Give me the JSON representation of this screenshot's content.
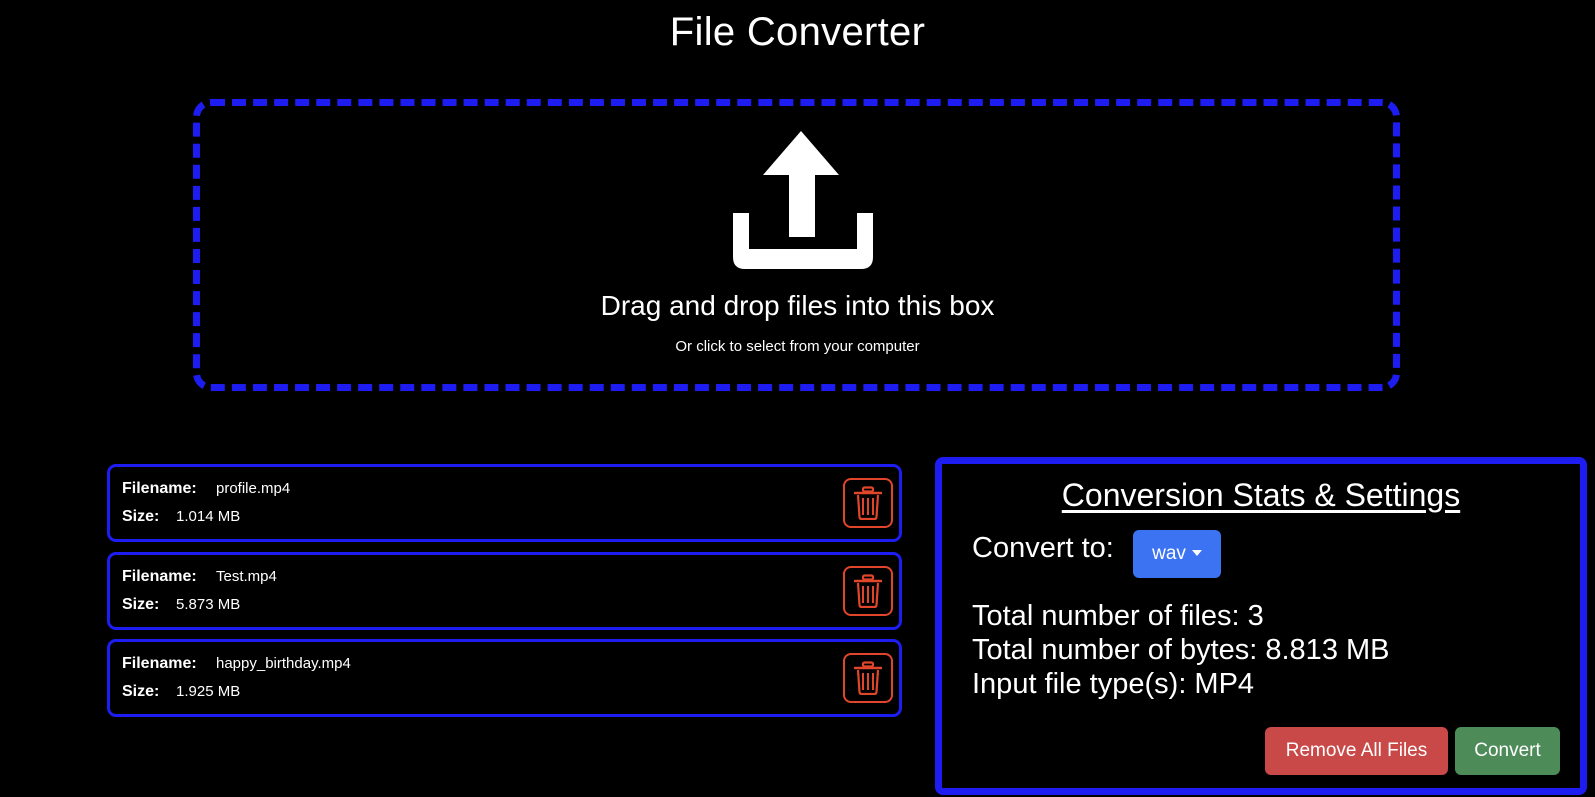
{
  "header": {
    "title": "File Converter"
  },
  "dropzone": {
    "icon": "upload-icon",
    "title": "Drag and drop files into this box",
    "subtitle": "Or click to select from your computer",
    "border_color": "#1d1df2"
  },
  "files": {
    "filename_label": "Filename:",
    "size_label": "Size:",
    "delete_icon": "trash-icon",
    "items": [
      {
        "name": "profile.mp4",
        "size": "1.014 MB"
      },
      {
        "name": "Test.mp4",
        "size": "5.873 MB"
      },
      {
        "name": "happy_birthday.mp4",
        "size": "1.925 MB"
      }
    ]
  },
  "stats": {
    "title": "Conversion Stats & Settings",
    "convert_to_label": "Convert to:",
    "selected_format": "wav",
    "total_files": "Total number of files: 3",
    "total_bytes": "Total number of bytes: 8.813 MB",
    "input_types": "Input file type(s): MP4",
    "remove_all_label": "Remove All Files",
    "convert_label": "Convert"
  },
  "colors": {
    "accent_border": "#1d1df2",
    "dropdown": "#3b73f2",
    "danger": "#c94848",
    "success": "#4d8b59",
    "trash": "#e1462a"
  }
}
